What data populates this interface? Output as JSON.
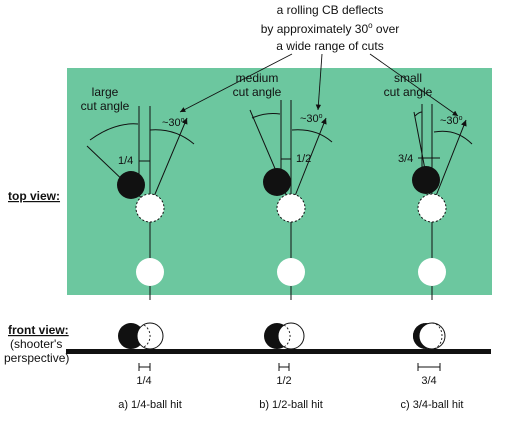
{
  "annotation": {
    "line1": "a rolling CB deflects",
    "line2": "by approximately 30",
    "degree": "o",
    "line2_tail": " over",
    "line3": "a wide range of cuts"
  },
  "labels": {
    "top_view": "top view:",
    "front_view": "front view:",
    "front_view_sub1": "(shooter's",
    "front_view_sub2": "perspective)"
  },
  "panels": [
    {
      "cut_label_1": "large",
      "cut_label_2": "cut angle",
      "deflection": "~30",
      "deflection_sup": "o",
      "fraction": "1/4",
      "caption": "a) 1/4-ball hit"
    },
    {
      "cut_label_1": "medium",
      "cut_label_2": "cut angle",
      "deflection": "~30",
      "deflection_sup": "o",
      "fraction": "1/2",
      "caption": "b) 1/2-ball hit"
    },
    {
      "cut_label_1": "small",
      "cut_label_2": "cut angle",
      "deflection": "~30",
      "deflection_sup": "o",
      "fraction": "3/4",
      "caption": "c) 3/4-ball hit"
    }
  ],
  "colors": {
    "table": "#6cc79f",
    "ball_dark": "#111111",
    "ball_light": "#ffffff"
  }
}
